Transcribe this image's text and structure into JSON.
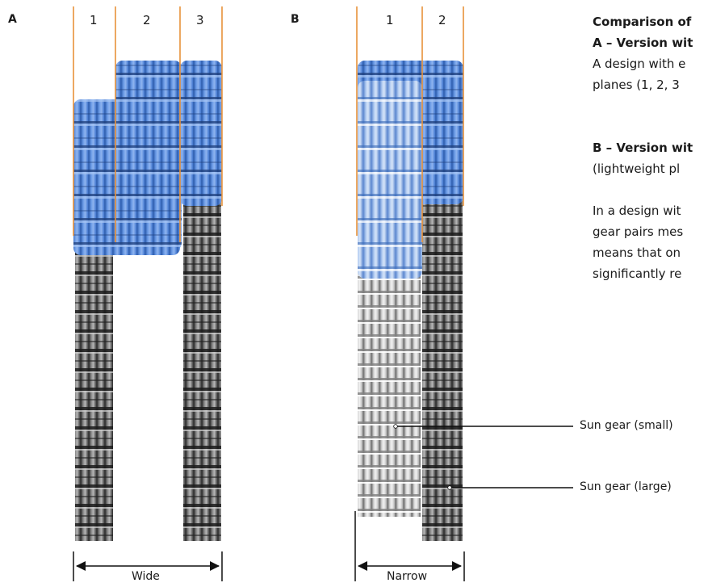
{
  "panels": {
    "a": {
      "letter": "A",
      "planes": [
        "1",
        "2",
        "3"
      ],
      "dimension": "Wide"
    },
    "b": {
      "letter": "B",
      "planes": [
        "1",
        "2"
      ],
      "dimension": "Narrow"
    }
  },
  "description": {
    "title": "Comparison of",
    "a_heading": "A – Version wit",
    "a_text_1": "A design with e",
    "a_text_2": "planes (1, 2, 3",
    "b_heading": "B – Version wit",
    "b_text_1": "(lightweight pl",
    "para_1": "In a design wit",
    "para_2": "gear pairs mes",
    "para_3": "means that on",
    "para_4": "significantly re"
  },
  "callouts": {
    "sun_small": "Sun gear (small)",
    "sun_large": "Sun gear (large)"
  },
  "colors": {
    "plane_line": "#e8923a",
    "gear_blue": "#4a7fd4",
    "gear_grey": "#4a4a4a",
    "dimension_line": "#111111"
  }
}
